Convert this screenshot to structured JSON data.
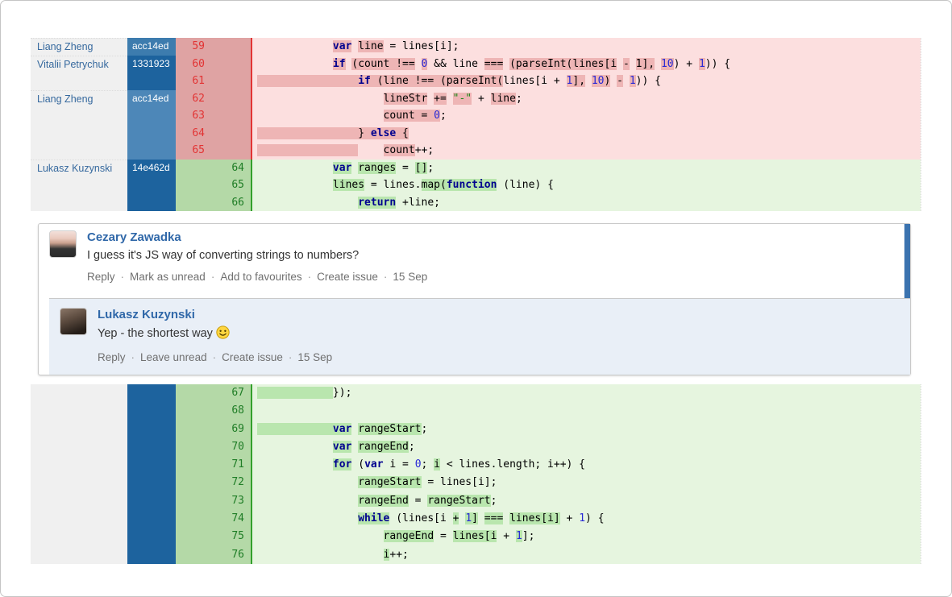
{
  "colors": {
    "accent_blue": "#3b73af",
    "removed_bg": "#fcdfdf",
    "removed_highlight": "#eeb5b5",
    "removed_gutter": "#dfa3a3",
    "removed_border": "#e23434",
    "added_bg": "#e6f5df",
    "added_highlight": "#b9e6ae",
    "added_gutter": "#b4d9a7",
    "added_border": "#33a02c",
    "reply_bg": "#e9eff7"
  },
  "diff": {
    "hash_palette": [
      "#3d7cae",
      "#1d639e",
      "#4d87b8"
    ],
    "top": [
      {
        "t": "del",
        "ol": "59",
        "nl": "",
        "author": "Liang Zheng",
        "hash": "acc14ed",
        "hs": 0,
        "bs": true,
        "seg": [
          {
            "x": "            "
          },
          {
            "x": "var",
            "c": "k",
            "h": 1
          },
          {
            "x": " "
          },
          {
            "x": "line",
            "h": 1
          },
          {
            "x": " = lines[i];"
          }
        ]
      },
      {
        "t": "del",
        "ol": "60",
        "nl": "",
        "author": "Vitalii Petrychuk",
        "hash": "1331923",
        "hs": 1,
        "bs": true,
        "seg": [
          {
            "x": "            "
          },
          {
            "x": "if",
            "c": "k",
            "h": 1
          },
          {
            "x": " "
          },
          {
            "x": "(count !==",
            "h": 1
          },
          {
            "x": " "
          },
          {
            "x": "0",
            "c": "n",
            "h": 1
          },
          {
            "x": " && line "
          },
          {
            "x": "===",
            "h": 1
          },
          {
            "x": " "
          },
          {
            "x": "(parseInt(lines[i",
            "h": 1
          },
          {
            "x": " "
          },
          {
            "x": "-",
            "h": 1
          },
          {
            "x": " "
          },
          {
            "x": "1],",
            "h": 1
          },
          {
            "x": " "
          },
          {
            "x": "10",
            "c": "n",
            "h": 1
          },
          {
            "x": ") + "
          },
          {
            "x": "1",
            "c": "n",
            "h": 1
          },
          {
            "x": ")) {"
          }
        ]
      },
      {
        "t": "del",
        "ol": "61",
        "nl": "",
        "author": "",
        "hash": "",
        "hs": 1,
        "bs": false,
        "seg": [
          {
            "x": "                ",
            "h": 1
          },
          {
            "x": "if",
            "c": "k",
            "h": 1
          },
          {
            "x": " (line !== (parseInt(",
            "h": 1
          },
          {
            "x": "lines[i + "
          },
          {
            "x": "1",
            "c": "n",
            "h": 1
          },
          {
            "x": "],",
            "h": 1
          },
          {
            "x": " "
          },
          {
            "x": "10",
            "c": "n",
            "h": 1
          },
          {
            "x": ")",
            "h": 1
          },
          {
            "x": " "
          },
          {
            "x": "-",
            "h": 1
          },
          {
            "x": " "
          },
          {
            "x": "1",
            "c": "n",
            "h": 1
          },
          {
            "x": ")) {"
          }
        ]
      },
      {
        "t": "del",
        "ol": "62",
        "nl": "",
        "author": "Liang Zheng",
        "hash": "acc14ed",
        "hs": 2,
        "bs": true,
        "seg": [
          {
            "x": "                    "
          },
          {
            "x": "lineStr",
            "h": 1
          },
          {
            "x": " "
          },
          {
            "x": "+=",
            "h": 1
          },
          {
            "x": " "
          },
          {
            "x": "\"-\"",
            "c": "s",
            "h": 1
          },
          {
            "x": " + "
          },
          {
            "x": "line",
            "h": 1
          },
          {
            "x": ";"
          }
        ]
      },
      {
        "t": "del",
        "ol": "63",
        "nl": "",
        "author": "",
        "hash": "",
        "hs": 2,
        "bs": false,
        "seg": [
          {
            "x": "                    "
          },
          {
            "x": "count = ",
            "h": 1
          },
          {
            "x": "0",
            "c": "n",
            "h": 1
          },
          {
            "x": ";"
          }
        ]
      },
      {
        "t": "del",
        "ol": "64",
        "nl": "",
        "author": "",
        "hash": "",
        "hs": 2,
        "bs": false,
        "seg": [
          {
            "x": "                ",
            "h": 1
          },
          {
            "x": "} ",
            "h": 1
          },
          {
            "x": "else",
            "c": "k",
            "h": 1
          },
          {
            "x": " {",
            "h": 1
          }
        ]
      },
      {
        "t": "del",
        "ol": "65",
        "nl": "",
        "author": "",
        "hash": "",
        "hs": 2,
        "bs": false,
        "seg": [
          {
            "x": "                ",
            "h": 1
          },
          {
            "x": "    "
          },
          {
            "x": "count",
            "h": 1
          },
          {
            "x": "++;"
          }
        ]
      },
      {
        "t": "add",
        "ol": "",
        "nl": "64",
        "author": "Lukasz Kuzynski",
        "hash": "14e462d",
        "hs": 1,
        "bs": true,
        "seg": [
          {
            "x": "            "
          },
          {
            "x": "var",
            "c": "k",
            "h": 1
          },
          {
            "x": " "
          },
          {
            "x": "ranges",
            "h": 1
          },
          {
            "x": " = "
          },
          {
            "x": "[]",
            "h": 1
          },
          {
            "x": ";"
          }
        ]
      },
      {
        "t": "add",
        "ol": "",
        "nl": "65",
        "author": "",
        "hash": "",
        "hs": 1,
        "bs": false,
        "seg": [
          {
            "x": "            "
          },
          {
            "x": "lines",
            "h": 1
          },
          {
            "x": " = lines."
          },
          {
            "x": "map(",
            "h": 1
          },
          {
            "x": "function",
            "c": "k",
            "h": 1
          },
          {
            "x": " (line) {"
          }
        ]
      },
      {
        "t": "add",
        "ol": "",
        "nl": "66",
        "author": "",
        "hash": "",
        "hs": 1,
        "bs": false,
        "seg": [
          {
            "x": "                "
          },
          {
            "x": "return",
            "c": "k",
            "h": 1
          },
          {
            "x": " +line;"
          }
        ]
      }
    ],
    "bottom": [
      {
        "t": "add",
        "ol": "",
        "nl": "67",
        "author": "",
        "hash": "",
        "hs": 1,
        "bs": false,
        "seg": [
          {
            "x": "            ",
            "h": 1
          },
          {
            "x": "});"
          }
        ]
      },
      {
        "t": "add",
        "ol": "",
        "nl": "68",
        "author": "",
        "hash": "",
        "hs": 1,
        "bs": false,
        "seg": []
      },
      {
        "t": "add",
        "ol": "",
        "nl": "69",
        "author": "",
        "hash": "",
        "hs": 1,
        "bs": false,
        "seg": [
          {
            "x": "            ",
            "h": 1
          },
          {
            "x": "var",
            "c": "k",
            "h": 1
          },
          {
            "x": " "
          },
          {
            "x": "rangeStart",
            "h": 1
          },
          {
            "x": ";"
          }
        ]
      },
      {
        "t": "add",
        "ol": "",
        "nl": "70",
        "author": "",
        "hash": "",
        "hs": 1,
        "bs": false,
        "seg": [
          {
            "x": "            "
          },
          {
            "x": "var",
            "c": "k",
            "h": 1
          },
          {
            "x": " "
          },
          {
            "x": "rangeEnd",
            "h": 1
          },
          {
            "x": ";"
          }
        ]
      },
      {
        "t": "add",
        "ol": "",
        "nl": "71",
        "author": "",
        "hash": "",
        "hs": 1,
        "bs": false,
        "seg": [
          {
            "x": "            "
          },
          {
            "x": "for",
            "c": "k",
            "h": 1
          },
          {
            "x": " ("
          },
          {
            "x": "var",
            "c": "k"
          },
          {
            "x": " i = "
          },
          {
            "x": "0",
            "c": "n"
          },
          {
            "x": "; "
          },
          {
            "x": "i",
            "h": 1
          },
          {
            "x": " < lines.length; i++) {"
          }
        ]
      },
      {
        "t": "add",
        "ol": "",
        "nl": "72",
        "author": "",
        "hash": "",
        "hs": 1,
        "bs": false,
        "seg": [
          {
            "x": "                "
          },
          {
            "x": "rangeStart",
            "h": 1
          },
          {
            "x": " = lines[i];"
          }
        ]
      },
      {
        "t": "add",
        "ol": "",
        "nl": "73",
        "author": "",
        "hash": "",
        "hs": 1,
        "bs": false,
        "seg": [
          {
            "x": "                "
          },
          {
            "x": "rangeEnd",
            "h": 1
          },
          {
            "x": " = "
          },
          {
            "x": "rangeStart",
            "h": 1
          },
          {
            "x": ";"
          }
        ]
      },
      {
        "t": "add",
        "ol": "",
        "nl": "74",
        "author": "",
        "hash": "",
        "hs": 1,
        "bs": false,
        "seg": [
          {
            "x": "                "
          },
          {
            "x": "while",
            "c": "k",
            "h": 1
          },
          {
            "x": " (lines[i "
          },
          {
            "x": "+",
            "h": 1
          },
          {
            "x": " "
          },
          {
            "x": "1",
            "c": "n",
            "h": 1
          },
          {
            "x": "]",
            "h": 1
          },
          {
            "x": " "
          },
          {
            "x": "===",
            "h": 1
          },
          {
            "x": " "
          },
          {
            "x": "lines[i]",
            "h": 1
          },
          {
            "x": " + "
          },
          {
            "x": "1",
            "c": "n"
          },
          {
            "x": ") {"
          }
        ]
      },
      {
        "t": "add",
        "ol": "",
        "nl": "75",
        "author": "",
        "hash": "",
        "hs": 1,
        "bs": false,
        "seg": [
          {
            "x": "                    "
          },
          {
            "x": "rangeEnd",
            "h": 1
          },
          {
            "x": " = "
          },
          {
            "x": "lines[i",
            "h": 1
          },
          {
            "x": " + "
          },
          {
            "x": "1",
            "c": "n",
            "h": 1
          },
          {
            "x": "];"
          }
        ]
      },
      {
        "t": "add",
        "ol": "",
        "nl": "76",
        "author": "",
        "hash": "",
        "hs": 1,
        "bs": false,
        "seg": [
          {
            "x": "                    "
          },
          {
            "x": "i",
            "h": 1
          },
          {
            "x": "++;"
          }
        ]
      }
    ]
  },
  "comments": {
    "root": {
      "author": "Cezary Zawadka",
      "body": "I guess it's JS way of converting strings to numbers?",
      "actions": [
        "Reply",
        "Mark as unread",
        "Add to favourites",
        "Create issue"
      ],
      "date": "15 Sep"
    },
    "reply": {
      "author": "Lukasz Kuzynski",
      "body": "Yep - the shortest way",
      "emoji": "smiley-face",
      "actions": [
        "Reply",
        "Leave unread",
        "Create issue"
      ],
      "date": "15 Sep"
    }
  }
}
